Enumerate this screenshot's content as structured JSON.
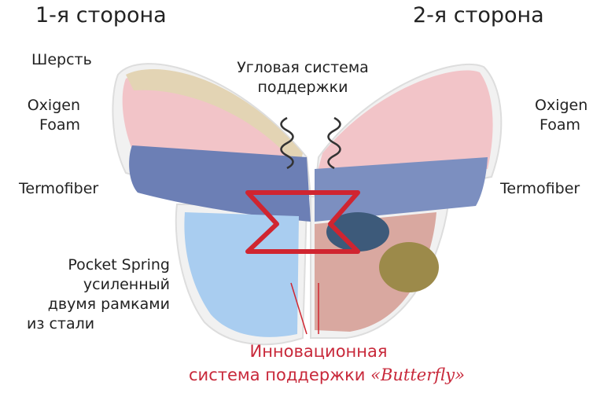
{
  "titles": {
    "side1": "1-я сторона",
    "side2": "2-я сторона"
  },
  "left_labels": {
    "wool": "Шерсть",
    "foam_line1": "Oxigen",
    "foam_line2": "Foam",
    "termofiber": "Termofiber",
    "pocket_line1": "Pocket Spring",
    "pocket_line2": "усиленный",
    "pocket_line3": "двумя рамками",
    "pocket_line4": "из стали"
  },
  "right_labels": {
    "foam_line1": "Oxigen",
    "foam_line2": "Foam",
    "termofiber": "Termofiber"
  },
  "center_label": {
    "line1": "Угловая система",
    "line2": "поддержки"
  },
  "bottom_label": {
    "line1": "Инновационная",
    "line2": "система поддержки",
    "brand": "«Butterfly»"
  },
  "colors": {
    "accent": "#c8283a",
    "foam": "#f2c4c8",
    "fiber": "#6c7fb5",
    "spring": "#a9cdf0",
    "wool": "#e3d4b4"
  }
}
